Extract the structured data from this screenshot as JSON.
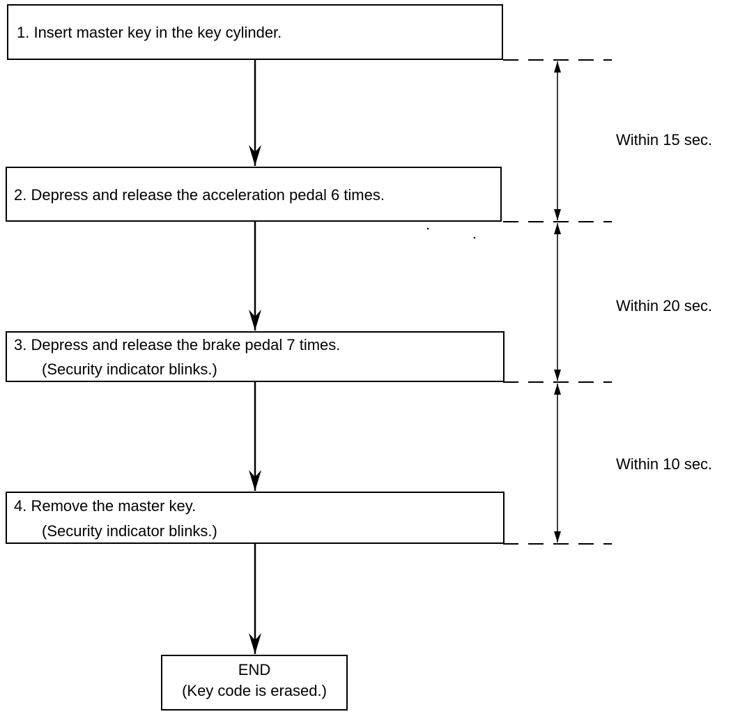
{
  "steps": [
    {
      "lines": [
        "1.  Insert master key in the key cylinder."
      ]
    },
    {
      "lines": [
        "2.  Depress and release the acceleration pedal 6 times."
      ]
    },
    {
      "lines": [
        "3.  Depress and release the brake pedal 7 times.",
        "(Security indicator blinks.)"
      ]
    },
    {
      "lines": [
        "4.  Remove the master key.",
        "(Security indicator blinks.)"
      ]
    }
  ],
  "end": {
    "title": "END",
    "subtitle": "(Key code is erased.)"
  },
  "timings": [
    "Within 15 sec.",
    "Within 20 sec.",
    "Within 10 sec."
  ]
}
